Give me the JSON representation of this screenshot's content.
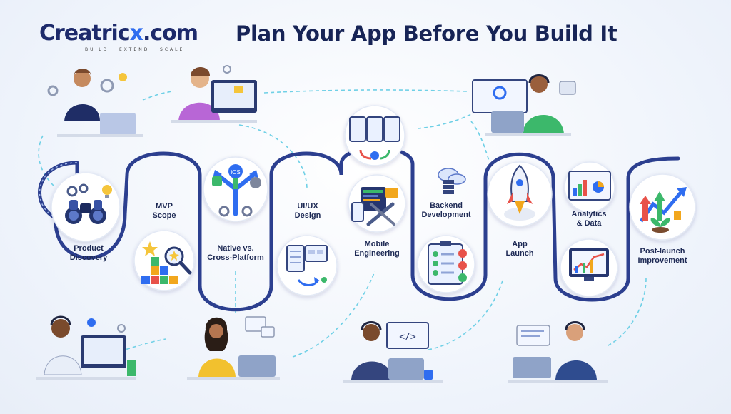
{
  "brand": {
    "name_main": "Creatric",
    "name_x": "x",
    "name_domain": ".com",
    "tagline": "BUILD · EXTEND · SCALE"
  },
  "headline": "Plan Your App Before You Build It",
  "steps": [
    {
      "label": "Product\nDiscovery",
      "icon": "binoculars-icon"
    },
    {
      "label": "MVP\nScope",
      "icon": "priority-blocks-icon"
    },
    {
      "label": "Native vs.\nCross-Platform",
      "icon": "platform-choice-icon"
    },
    {
      "label": "UI/UX\nDesign",
      "icon": "wireframe-icon"
    },
    {
      "label": "Mobile\nEngineering",
      "icon": "mobile-code-icon"
    },
    {
      "label": "Backend\nDevelopment",
      "icon": "server-checklist-icon"
    },
    {
      "label": "App\nLaunch",
      "icon": "rocket-icon"
    },
    {
      "label": "Analytics\n& Data",
      "icon": "analytics-chart-icon"
    },
    {
      "label": "Post-launch\nImprovement",
      "icon": "growth-arrows-icon"
    }
  ],
  "palette": {
    "navy": "#1d2a6b",
    "accent_blue": "#2f6df0",
    "path_blue": "#2c3f8f",
    "connector_teal": "#5fc9e3"
  }
}
